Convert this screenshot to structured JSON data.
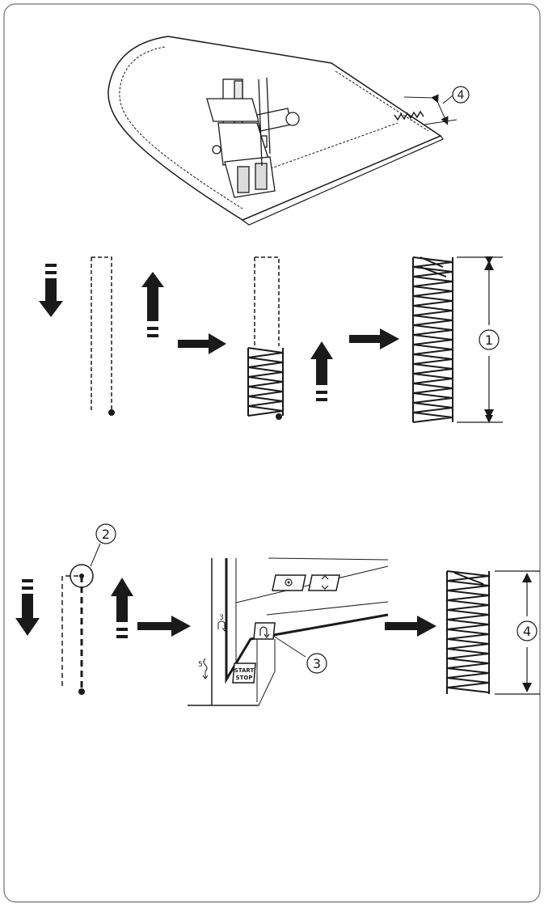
{
  "callouts": {
    "c1": "1",
    "c2": "2",
    "c3": "3",
    "c4_top": "4",
    "c4_bottom": "4"
  },
  "buttons": {
    "start_stop_line1": "START",
    "start_stop_line2": "STOP"
  },
  "machine_marks": {
    "step_3": "3",
    "step_5": "5"
  },
  "colors": {
    "ink": "#1a1a1a",
    "frame": "#8a8a8a",
    "background": "#ffffff"
  },
  "icons": [
    "arrow-down-icon",
    "arrow-up-icon",
    "arrow-right-icon",
    "reverse-button-icon",
    "needle-position-icon",
    "needle-up-down-icon"
  ]
}
